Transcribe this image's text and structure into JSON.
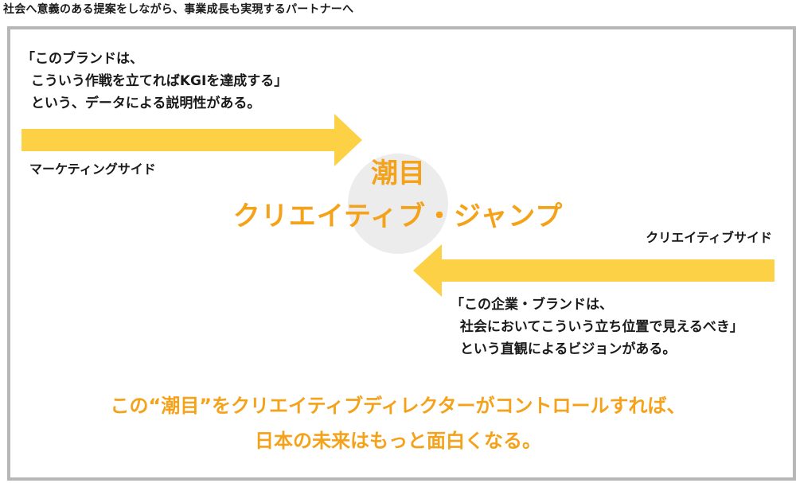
{
  "caption": "社会へ意義のある提案をしながら、事業成長も実現するパートナーへ",
  "marketing": {
    "quote": "「このブランドは、\n  こういう作戦を立てればKGIを達成する」\n  という、データによる説明性がある。",
    "label": "マーケティングサイド"
  },
  "creative": {
    "quote": "「この企業・ブランドは、\n  社会においてこういう立ち位置で見えるべき」\n  という直観によるビジョンがある。",
    "label": "クリエイティブサイド"
  },
  "center": {
    "line1": "潮目",
    "line2": "クリエイティブ・ジャンプ"
  },
  "bottom": {
    "line1": "この“潮目”をクリエイティブディレクターがコントロールすれば、",
    "line2": "日本の未来はもっと面白くなる。"
  },
  "colors": {
    "accent_text": "#f5a21b",
    "arrow": "#fdd145",
    "frame": "#b7b7b7",
    "circle": "#ececec"
  },
  "icons": {
    "marketing_arrow": "arrow-right-icon",
    "creative_arrow": "arrow-left-icon"
  }
}
